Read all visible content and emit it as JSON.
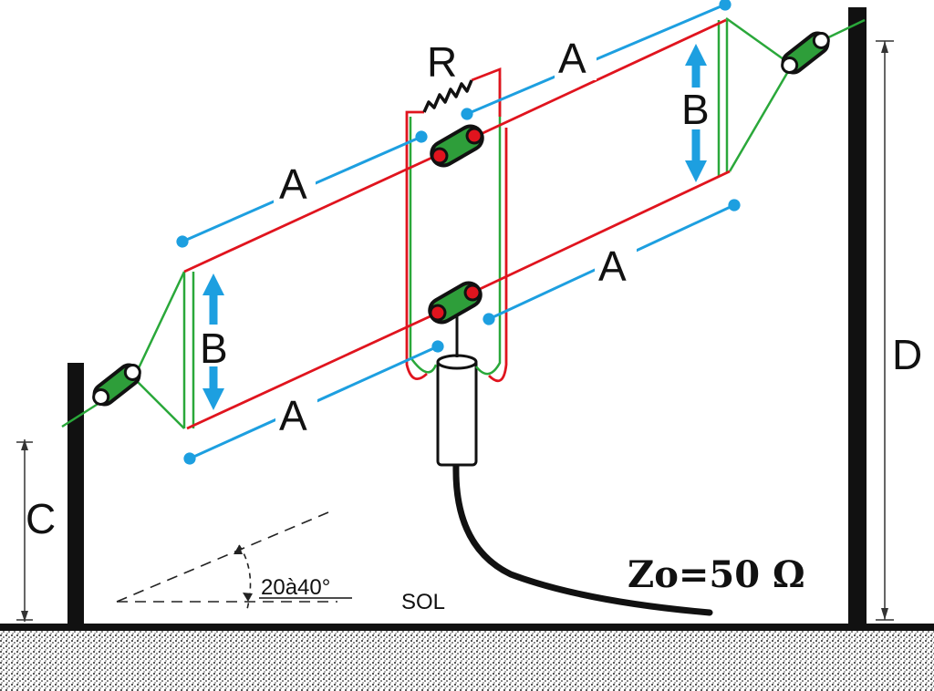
{
  "labels": {
    "a_top_left": "A",
    "a_top_right": "A",
    "a_bottom_left": "A",
    "a_bottom_right": "A",
    "b_left": "B",
    "b_right": "B",
    "resistor": "R",
    "c": "C",
    "d": "D",
    "angle": "20à40°",
    "ground": "SOL",
    "impedance": "Zo=50 Ω"
  },
  "colors": {
    "wire_red": "#e0141e",
    "wire_green": "#2aa83a",
    "dimension_blue": "#1d9fe0",
    "mast": "#111111",
    "insulator_green": "#2e9e3a"
  },
  "icons": {
    "insulator": "egg-insulator-icon",
    "feed_balun": "coax-balun-icon",
    "resistor": "resistor-zigzag-icon"
  }
}
